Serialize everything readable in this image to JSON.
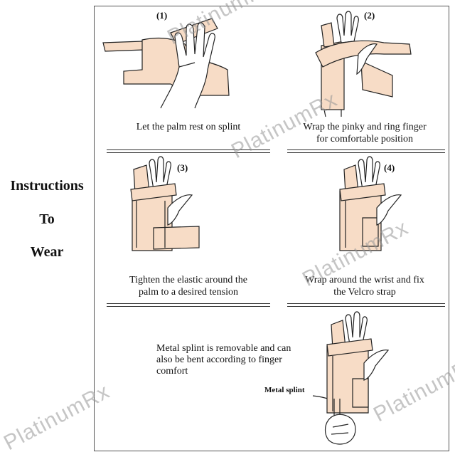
{
  "sidebar": {
    "line1": "Instructions",
    "line2": "To",
    "line3": "Wear"
  },
  "steps": [
    {
      "number": "(1)",
      "caption_line1": "Let the palm rest on splint",
      "caption_line2": ""
    },
    {
      "number": "(2)",
      "caption_line1": "Wrap the pinky and ring finger",
      "caption_line2": "for comfortable position"
    },
    {
      "number": "(3)",
      "caption_line1": "Tighten the elastic around the",
      "caption_line2": "palm to a desired tension"
    },
    {
      "number": "(4)",
      "caption_line1": "Wrap around the wrist and fix",
      "caption_line2": "the Velcro strap"
    }
  ],
  "note": {
    "line1": "Metal splint is removable and can",
    "line2": "also be bent according to finger",
    "line3": "comfort",
    "callout": "Metal splint"
  },
  "watermark": {
    "text": "PlatinumRx",
    "color": "#969696"
  },
  "colors": {
    "splint": "#f7dcc6",
    "outline": "#222222",
    "background": "#ffffff"
  }
}
